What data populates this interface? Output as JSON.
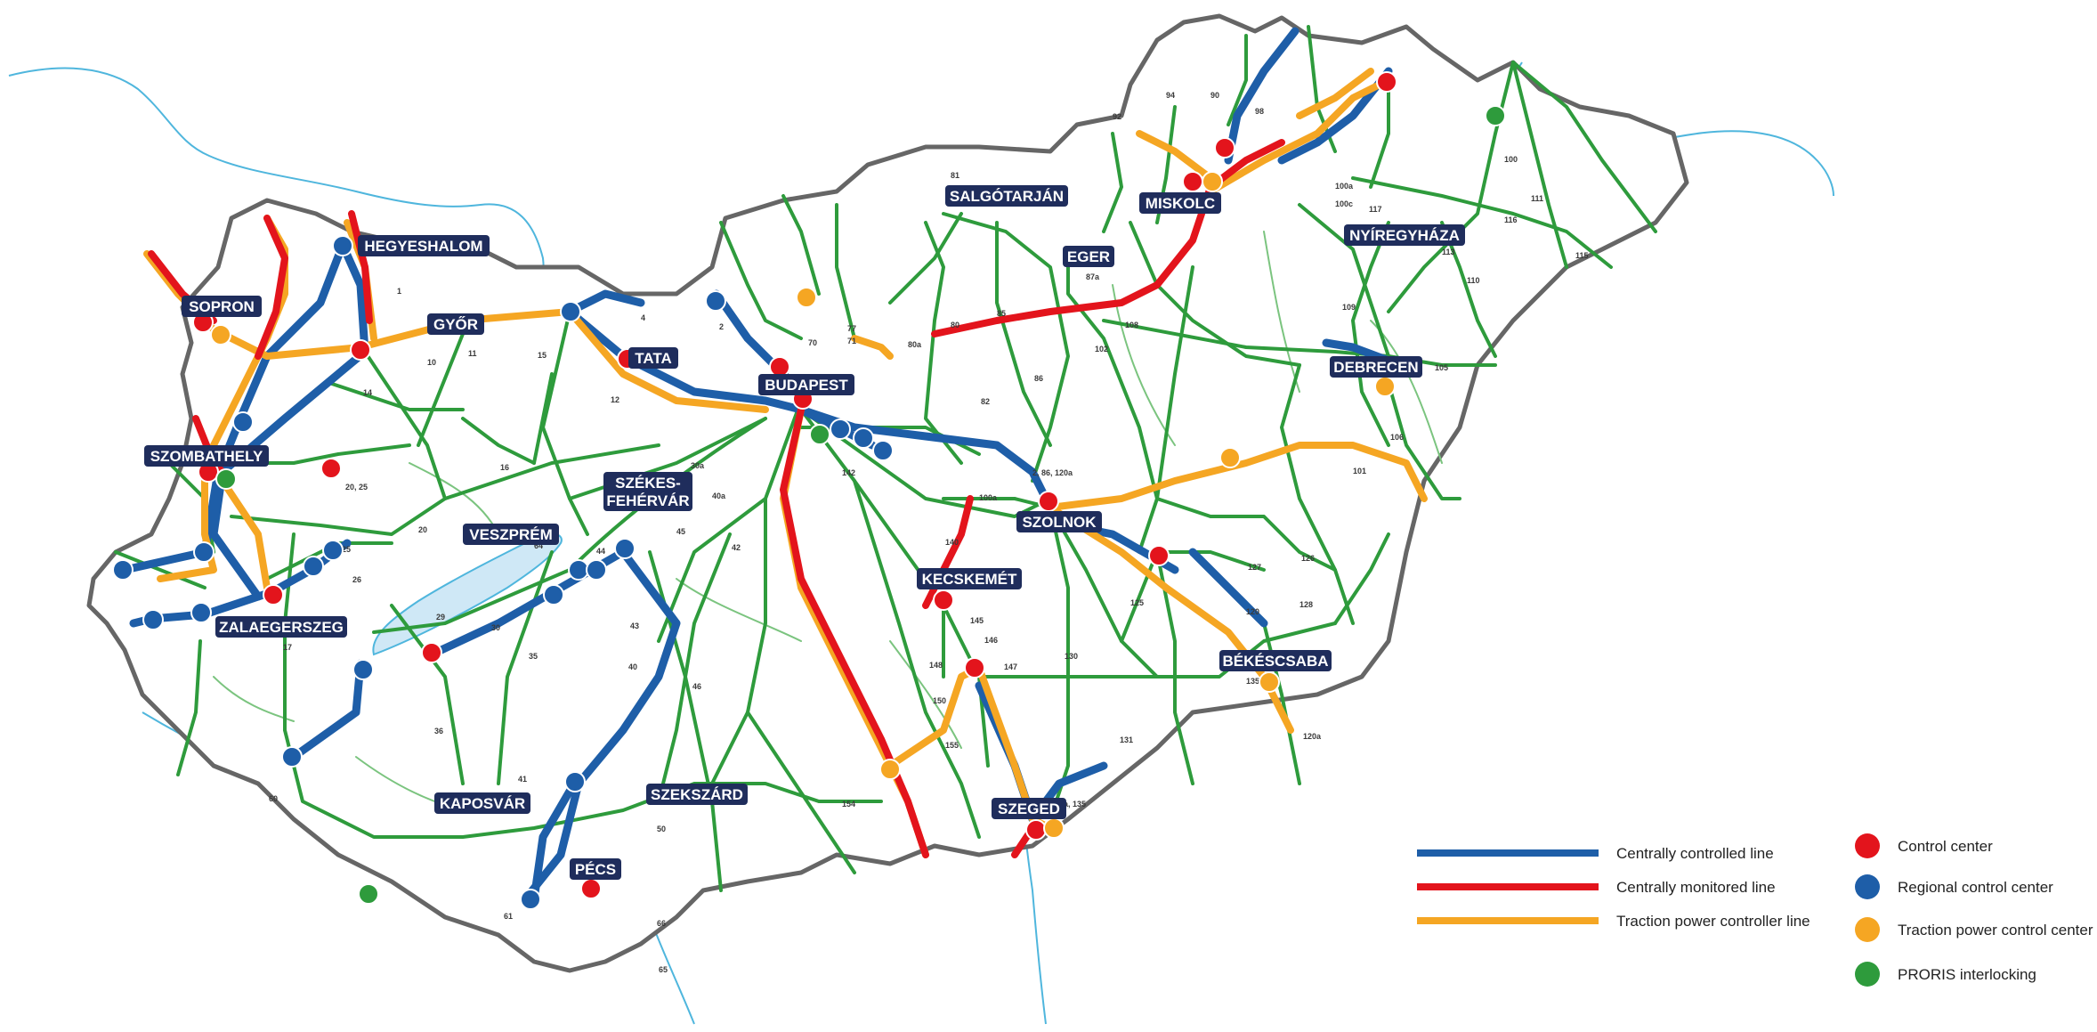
{
  "colors": {
    "centrally_controlled": "#1e5ea8",
    "centrally_monitored": "#e3141c",
    "traction_power": "#f5a623",
    "proris": "#2e9b3c",
    "label_bg": "#1f2d5c",
    "border": "#666666",
    "river": "#4fb6dd",
    "water": "#cfe8f6"
  },
  "cities": [
    {
      "id": "sopron",
      "label": "SOPRON"
    },
    {
      "id": "hegyeshalom",
      "label": "HEGYESHALOM"
    },
    {
      "id": "gyor",
      "label": "GYŐR"
    },
    {
      "id": "tata",
      "label": "TATA"
    },
    {
      "id": "budapest",
      "label": "BUDAPEST"
    },
    {
      "id": "szombathely",
      "label": "SZOMBATHELY"
    },
    {
      "id": "szekesfehervar_1",
      "label": "SZÉKES-"
    },
    {
      "id": "szekesfehervar_2",
      "label": "FEHÉRVÁR"
    },
    {
      "id": "veszprem",
      "label": "VESZPRÉM"
    },
    {
      "id": "zalaegerszeg",
      "label": "ZALAEGERSZEG"
    },
    {
      "id": "kaposvar",
      "label": "KAPOSVÁR"
    },
    {
      "id": "pecs",
      "label": "PÉCS"
    },
    {
      "id": "szekszard",
      "label": "SZEKSZÁRD"
    },
    {
      "id": "kecskemet",
      "label": "KECSKEMÉT"
    },
    {
      "id": "szeged",
      "label": "SZEGED"
    },
    {
      "id": "szolnok",
      "label": "SZOLNOK"
    },
    {
      "id": "bekescsaba",
      "label": "BÉKÉSCSABA"
    },
    {
      "id": "debrecen",
      "label": "DEBRECEN"
    },
    {
      "id": "nyiregyhaza",
      "label": "NYÍREGYHÁZA"
    },
    {
      "id": "miskolc",
      "label": "MISKOLC"
    },
    {
      "id": "eger",
      "label": "EGER"
    },
    {
      "id": "salgotarjan",
      "label": "SALGÓTARJÁN"
    }
  ],
  "line_numbers": [
    "1",
    "4",
    "2",
    "70",
    "77",
    "71",
    "80a",
    "80",
    "81",
    "85",
    "86",
    "82",
    "87a",
    "92",
    "94",
    "98",
    "90",
    "100",
    "100a",
    "100c",
    "108",
    "109",
    "110",
    "111",
    "113",
    "115",
    "116",
    "117",
    "105",
    "106",
    "101",
    "102",
    "120",
    "120a",
    "125",
    "127",
    "128",
    "126",
    "130",
    "131",
    "135",
    "140",
    "142",
    "145",
    "146",
    "147",
    "148",
    "150",
    "154",
    "155",
    "10",
    "11",
    "12",
    "14",
    "15",
    "16",
    "17",
    "20",
    "20, 25",
    "25",
    "26",
    "29",
    "30",
    "30a",
    "35",
    "36",
    "40",
    "40a",
    "41",
    "42",
    "43",
    "44",
    "45",
    "46",
    "50",
    "60",
    "61",
    "64",
    "65",
    "66",
    "2, 86, 120a",
    "100a",
    "131a, 135"
  ],
  "legend": {
    "lines": [
      {
        "label": "Centrally controlled line"
      },
      {
        "label": "Centrally monitored line"
      },
      {
        "label": "Traction power controller line"
      }
    ],
    "points": [
      {
        "label": "Control center"
      },
      {
        "label": "Regional control center"
      },
      {
        "label": "Traction power control center"
      },
      {
        "label": "PRORIS interlocking"
      }
    ]
  }
}
